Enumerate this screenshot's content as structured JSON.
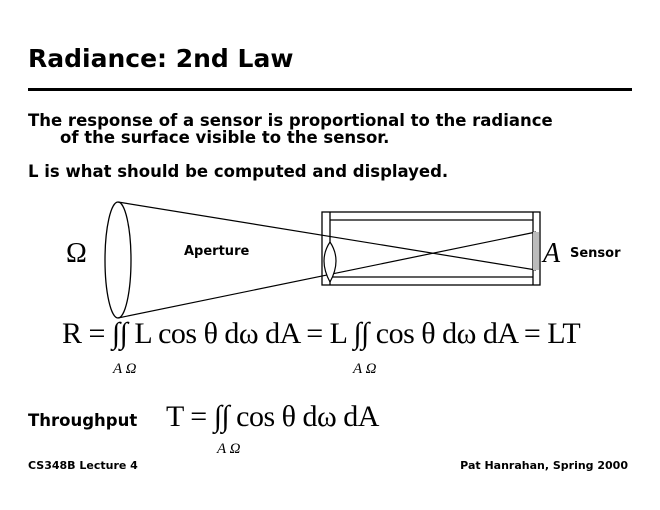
{
  "title": "Radiance: 2nd Law",
  "body": {
    "line1a": "The response of a sensor is proportional to the radiance",
    "line1b": "of the surface visible to the sensor.",
    "line2": "L is what should be computed and displayed."
  },
  "diagram": {
    "omega_label": "Ω",
    "aperture_label": "Aperture",
    "area_label": "A",
    "sensor_label": "Sensor"
  },
  "equations": {
    "radiance": "R = ∫∫ L cos θ dω dA = L ∫∫ cos θ dω dA = LT",
    "radiance_limits_1": "A Ω",
    "radiance_limits_2": "A Ω",
    "throughput_label": "Throughput",
    "throughput": "T = ∫∫ cos θ dω dA",
    "throughput_limits": "A Ω"
  },
  "footer": {
    "left": "CS348B Lecture 4",
    "right": "Pat Hanrahan, Spring 2000"
  }
}
